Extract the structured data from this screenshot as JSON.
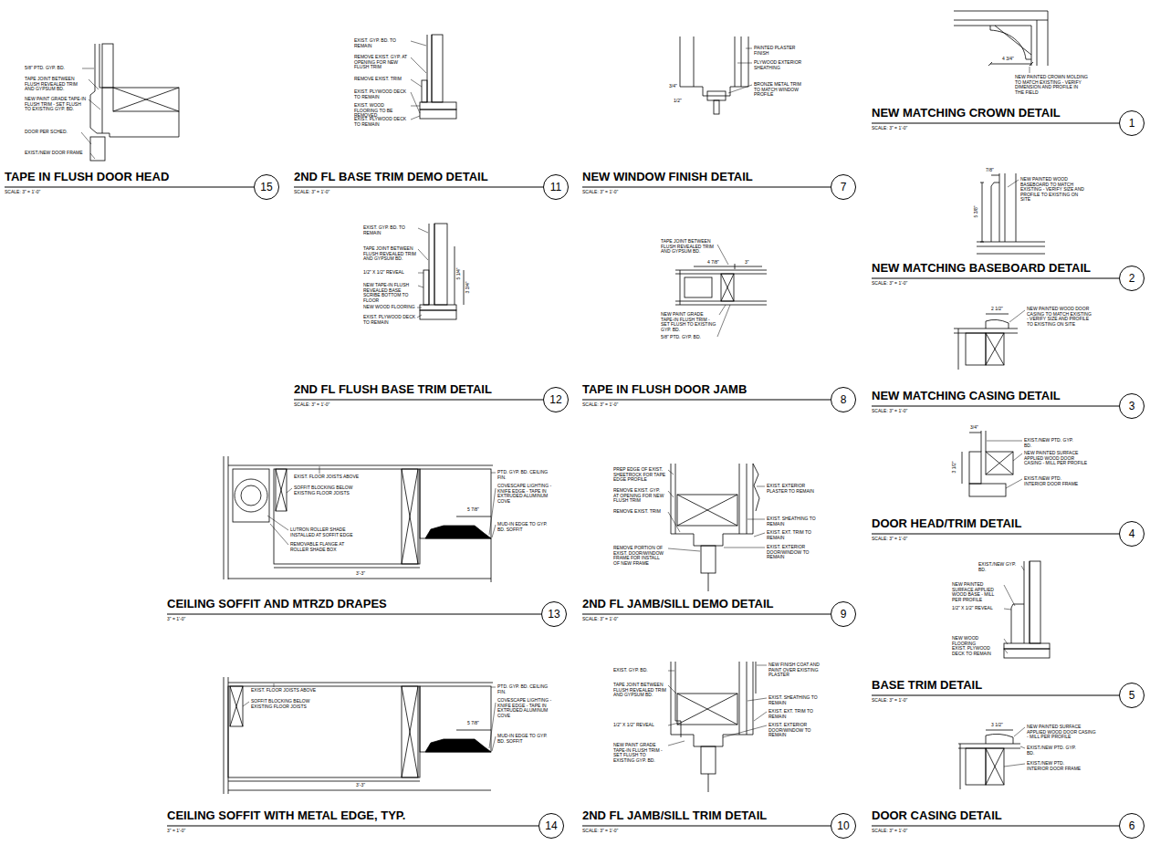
{
  "diagram": {
    "nodes": [
      {
        "text": [
          "15"
        ]
      },
      {
        "text": [
          "11"
        ]
      },
      {
        "text": [
          "7"
        ]
      },
      {
        "text": [
          "1"
        ]
      },
      {
        "text": [
          "2"
        ]
      },
      {
        "text": [
          "12"
        ]
      },
      {
        "text": [
          "8"
        ]
      },
      {
        "text": [
          "3"
        ]
      },
      {
        "text": [
          "4"
        ]
      },
      {
        "text": [
          "13"
        ]
      },
      {
        "text": [
          "9"
        ]
      },
      {
        "text": [
          "5"
        ]
      },
      {
        "text": [
          "14"
        ]
      },
      {
        "text": [
          "10"
        ]
      },
      {
        "text": [
          "6"
        ]
      }
    ],
    "labels": [
      "TAPE IN FLUSH DOOR HEAD",
      "SCALE: 3\" = 1'-0\"",
      "5/8\" PTD. GYP. BD.",
      "TAPE JOINT BETWEEN FLUSH REVEALED TRIM AND GYPSUM BD.",
      "NEW PAINT GRADE TAPE-IN FLUSH TRIM - SET FLUSH TO EXISTING GYP. BD.",
      "DOOR PER SCHED.",
      "EXIST./NEW DOOR FRAME",
      "2ND FL BASE TRIM DEMO DETAIL",
      "SCALE: 3\" = 1'-0\"",
      "EXIST. GYP. BD. TO REMAIN",
      "REMOVE EXIST. GYP. AT OPENING FOR NEW FLUSH TRIM",
      "REMOVE EXIST. TRIM",
      "EXIST. PLYWOOD DECK TO REMAIN",
      "EXIST. WOOD FLOORING TO BE REMOVED",
      "EXIST. PLYWOOD DECK TO REMAIN",
      "NEW WINDOW FINISH DETAIL",
      "SCALE: 3\" = 1'-0\"",
      "PAINTED PLASTER FINISH",
      "PLYWOOD EXTERIOR SHEATHING",
      "BRONZE METAL TRIM TO MATCH WINDOW PROFILE",
      "3/4\"",
      "1/2\"",
      "NEW MATCHING CROWN DETAIL",
      "SCALE: 3\" = 1'-0\"",
      "4 3/4\"",
      "NEW PAINTED CROWN MOLDING TO MATCH EXISTING - VERIFY DIMENSION AND PROFILE IN THE FIELD",
      "NEW MATCHING BASEBOARD DETAIL",
      "SCALE: 3\" = 1'-0\"",
      "7/8\"",
      "5 3/8\"",
      "NEW PAINTED WOOD BASEBOARD TO MATCH EXISTING - VERIFY SIZE AND PROFILE TO EXISTING ON SITE",
      "2ND FL FLUSH BASE TRIM DETAIL",
      "SCALE: 3\" = 1'-0\"",
      "EXIST. GYP. BD. TO REMAIN",
      "TAPE JOINT BETWEEN FLUSH REVEALED TRIM AND GYPSUM BD.",
      "1/2\" X 1/2\" REVEAL",
      "NEW TAPE-IN FLUSH REVEALED BASE SCRIBE BOTTOM TO FLOOR",
      "NEW WOOD FLOORING",
      "EXIST. PLYWOOD DECK TO REMAIN",
      "5 1/4\"",
      "3 3/4\"",
      "TAPE IN FLUSH DOOR JAMB",
      "SCALE: 3\" = 1'-0\"",
      "TAPE JOINT BETWEEN FLUSH REVEALED TRIM AND GYPSUM BD.",
      "4 7/8\"",
      "3\"",
      "NEW PAINT GRADE TAPE-IN FLUSH TRIM - SET FLUSH TO EXISTING GYP. BD.",
      "5/8\" PTD. GYP. BD.",
      "NEW MATCHING CASING DETAIL",
      "SCALE: 3\" = 1'-0\"",
      "2 1/2\"",
      "NEW PAINTED WOOD DOOR CASING TO MATCH EXISTING - VERIFY SIZE AND PROFILE TO EXISTING ON SITE",
      "DOOR HEAD/TRIM DETAIL",
      "SCALE: 3\" = 1'-0\"",
      "3/4\"",
      "3 1/2\"",
      "EXIST./NEW PTD. GYP. BD.",
      "NEW PAINTED SURFACE APPLIED WOOD DOOR CASING - MILL PER PROFILE",
      "EXIST./NEW PTD. INTERIOR DOOR FRAME",
      "CEILING SOFFIT AND MTRZD DRAPES",
      "3\" = 1'-0\"",
      "EXIST. FLOOR JOISTS ABOVE",
      "SOFFIT BLOCKING BELOW EXISTING FLOOR JOISTS",
      "LUTRON ROLLER SHADE INSTALLED AT SOFFIT EDGE",
      "REMOVABLE FLANGE AT ROLLER SHADE BOX",
      "PTD. GYP. BD. CEILING FIN.",
      "5 7/8\"",
      "COVESCAPE LIGHTING - KNIFE EDGE - TAPE IN EXTRUDED ALUMINUM COVE",
      "MUD-IN EDGE TO GYP. BD. SOFFIT",
      "3'-3\"",
      "2ND FL JAMB/SILL DEMO DETAIL",
      "SCALE: 3\" = 1'-0\"",
      "PREP EDGE OF EXIST. SHEETROCK FOR TAPE EDGE PROFILE",
      "REMOVE EXIST. GYP. AT OPENING FOR NEW FLUSH TRIM",
      "REMOVE EXIST. TRIM",
      "REMOVE PORTION OF EXIST. DOOR/WINDOW FRAME FOR INSTALL OF NEW FRAME",
      "EXIST. EXTERIOR PLASTER TO REMAIN",
      "EXIST. SHEATHING TO REMAIN",
      "EXIST. EXT. TRIM TO REMAIN",
      "EXIST. EXTERIOR DOOR/WINDOW TO REMAIN",
      "BASE TRIM DETAIL",
      "SCALE: 3\" = 1'-0\"",
      "EXIST./NEW GYP. BD.",
      "NEW PAINTED SURFACE APPLIED WOOD BASE - MILL PER PROFILE",
      "1/2\" X 1/2\" REVEAL",
      "NEW WOOD FLOORING",
      "EXIST. PLYWOOD DECK TO REMAIN",
      "CEILING SOFFIT WITH METAL EDGE, TYP.",
      "3\" = 1'-0\"",
      "EXIST. FLOOR JOISTS ABOVE",
      "SOFFIT BLOCKING BELOW EXISTING FLOOR JOISTS",
      "PTD. GYP. BD. CEILING FIN.",
      "5 7/8\"",
      "COVESCAPE LIGHTING - KNIFE EDGE - TAPE IN EXTRUDED ALUMINUM COVE",
      "MUD-IN EDGE TO GYP. BD. SOFFIT",
      "3'-3\"",
      "2ND FL JAMB/SILL TRIM DETAIL",
      "SCALE: 3\" = 1'-0\"",
      "EXIST. GYP. BD.",
      "TAPE JOINT BETWEEN FLUSH REVEALED TRIM AND GYPSUM BD.",
      "1/2\" X 1/2\" REVEAL",
      "NEW PAINT GRADE TAPE-IN FLUSH TRIM - SET FLUSH TO EXISTING GYP. BD.",
      "NEW FINISH COAT AND PAINT OVER EXISTING PLASTER",
      "EXIST. SHEATHING TO REMAIN",
      "EXIST. EXT. TRIM TO REMAIN",
      "EXIST. EXTERIOR DOOR/WINDOW TO REMAIN",
      "DOOR CASING DETAIL",
      "SCALE: 3\" = 1'-0\"",
      "3 1/2\"",
      "NEW PAINTED SURFACE APPLIED WOOD DOOR CASING - MILL PER PROFILE",
      "EXIST./NEW PTD. GYP. BD.",
      "EXIST./NEW PTD. INTERIOR DOOR FRAME"
    ]
  }
}
